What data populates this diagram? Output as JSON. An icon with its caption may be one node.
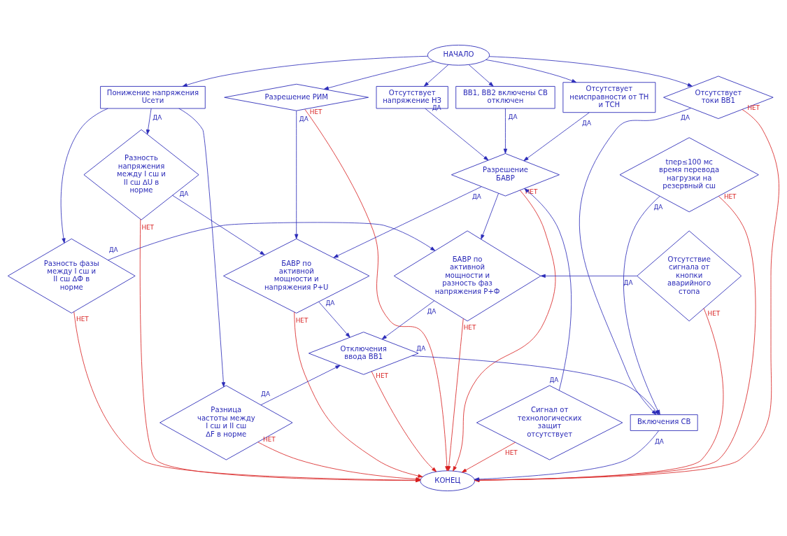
{
  "diagram": {
    "nodes": [
      {
        "text": [
          "НАЧАЛО"
        ]
      },
      {
        "text": [
          "Понижение напряжения Uсети"
        ]
      },
      {
        "text": [
          "ВВ1, ВВ2 включены СВ отключен"
        ]
      },
      {
        "text": [
          "Отсутствует неисправности от ТН и ТСН"
        ]
      },
      {
        "text": [
          "Отсутствует напряжение НЗ"
        ]
      },
      {
        "text": [
          "Разрешение РИМ"
        ]
      },
      {
        "text": [
          "Отсутствует токи ВВ1"
        ]
      },
      {
        "text": [
          "Разность напряжения между I сш и II сш ∆U в норме"
        ]
      },
      {
        "text": [
          "Разрешение БАВР"
        ]
      },
      {
        "text": [
          "tпер≤100 мс время перевода нагрузки на резервный сш"
        ]
      },
      {
        "text": [
          "БАВР по активной мощности и напряжения P+U"
        ]
      },
      {
        "text": [
          "Разность фазы между I сш и II сш ∆Ф в норме"
        ]
      },
      {
        "text": [
          "БАВР по активной мощности и разность фаз напряжения P+Ф"
        ]
      },
      {
        "text": [
          "Отсутствие сигнала от кнопки аварийного стопа"
        ]
      },
      {
        "text": [
          "Отключения ввода ВВ1"
        ]
      },
      {
        "text": [
          "Разница частоты между I сш и II сш ∆F в норме"
        ]
      },
      {
        "text": [
          "Включения СВ"
        ]
      },
      {
        "text": [
          "Сигнал от технологических защит отсутствует"
        ]
      },
      {
        "text": [
          "КОНЕЦ"
        ]
      }
    ],
    "edges": [
      {
        "from": 0,
        "to": 1,
        "arrow": "to"
      },
      {
        "from": 0,
        "to": 2,
        "arrow": "to"
      },
      {
        "from": 0,
        "to": 3,
        "arrow": "to"
      },
      {
        "from": 0,
        "to": 4,
        "arrow": "to"
      },
      {
        "from": 0,
        "to": 5,
        "arrow": "to"
      },
      {
        "from": 0,
        "to": 6,
        "arrow": "to"
      },
      {
        "from": 1,
        "to": 7,
        "arrow": "to",
        "label": "ДА"
      },
      {
        "from": 1,
        "to": 11,
        "arrow": "to"
      },
      {
        "from": 1,
        "to": 15,
        "arrow": "to"
      },
      {
        "from": 2,
        "to": 8,
        "arrow": "to",
        "label": "ДА"
      },
      {
        "from": 3,
        "to": 8,
        "arrow": "to",
        "label": "ДА"
      },
      {
        "from": 4,
        "to": 8,
        "arrow": "to",
        "label": "ДА"
      },
      {
        "from": 5,
        "to": 10,
        "arrow": "to",
        "label": "ДА"
      },
      {
        "from": 5,
        "to": 18,
        "arrow": "to",
        "label": "НЕТ",
        "color": "#d82020"
      },
      {
        "from": 6,
        "to": 16,
        "arrow": "to",
        "label": "ДА"
      },
      {
        "from": 6,
        "to": 18,
        "arrow": "to",
        "label": "НЕТ",
        "color": "#d82020"
      },
      {
        "from": 7,
        "to": 10,
        "arrow": "to",
        "label": "ДА"
      },
      {
        "from": 7,
        "to": 18,
        "arrow": "to",
        "label": "НЕТ",
        "color": "#d82020"
      },
      {
        "from": 8,
        "to": 10,
        "arrow": "to",
        "label": "ДА"
      },
      {
        "from": 8,
        "to": 12,
        "arrow": "to"
      },
      {
        "from": 8,
        "to": 18,
        "arrow": "to",
        "label": "НЕТ",
        "color": "#d82020"
      },
      {
        "from": 9,
        "to": 16,
        "arrow": "to",
        "label": "ДА"
      },
      {
        "from": 9,
        "to": 18,
        "arrow": "to",
        "label": "НЕТ",
        "color": "#d82020"
      },
      {
        "from": 10,
        "to": 14,
        "arrow": "to",
        "label": "ДА"
      },
      {
        "from": 10,
        "to": 18,
        "arrow": "to",
        "label": "НЕТ",
        "color": "#d82020"
      },
      {
        "from": 11,
        "to": 12,
        "arrow": "to",
        "label": "ДА"
      },
      {
        "from": 11,
        "to": 18,
        "arrow": "to",
        "label": "НЕТ",
        "color": "#d82020"
      },
      {
        "from": 12,
        "to": 14,
        "arrow": "to",
        "label": "ДА"
      },
      {
        "from": 12,
        "to": 18,
        "arrow": "to",
        "label": "НЕТ",
        "color": "#d82020"
      },
      {
        "from": 13,
        "to": 12,
        "arrow": "to",
        "label": "ДА"
      },
      {
        "from": 13,
        "to": 18,
        "arrow": "to",
        "label": "НЕТ",
        "color": "#d82020"
      },
      {
        "from": 14,
        "to": 16,
        "arrow": "to",
        "label": "ДА"
      },
      {
        "from": 14,
        "to": 18,
        "arrow": "to",
        "label": "НЕТ",
        "color": "#d82020"
      },
      {
        "from": 15,
        "to": 14,
        "arrow": "to",
        "label": "ДА"
      },
      {
        "from": 15,
        "to": 18,
        "arrow": "to",
        "label": "НЕТ",
        "color": "#d82020"
      },
      {
        "from": 16,
        "to": 18,
        "arrow": "to",
        "label": "ДА"
      },
      {
        "from": 17,
        "to": 8,
        "arrow": "to",
        "label": "ДА"
      },
      {
        "from": 17,
        "to": 18,
        "arrow": "to",
        "label": "НЕТ",
        "color": "#d82020"
      }
    ]
  }
}
